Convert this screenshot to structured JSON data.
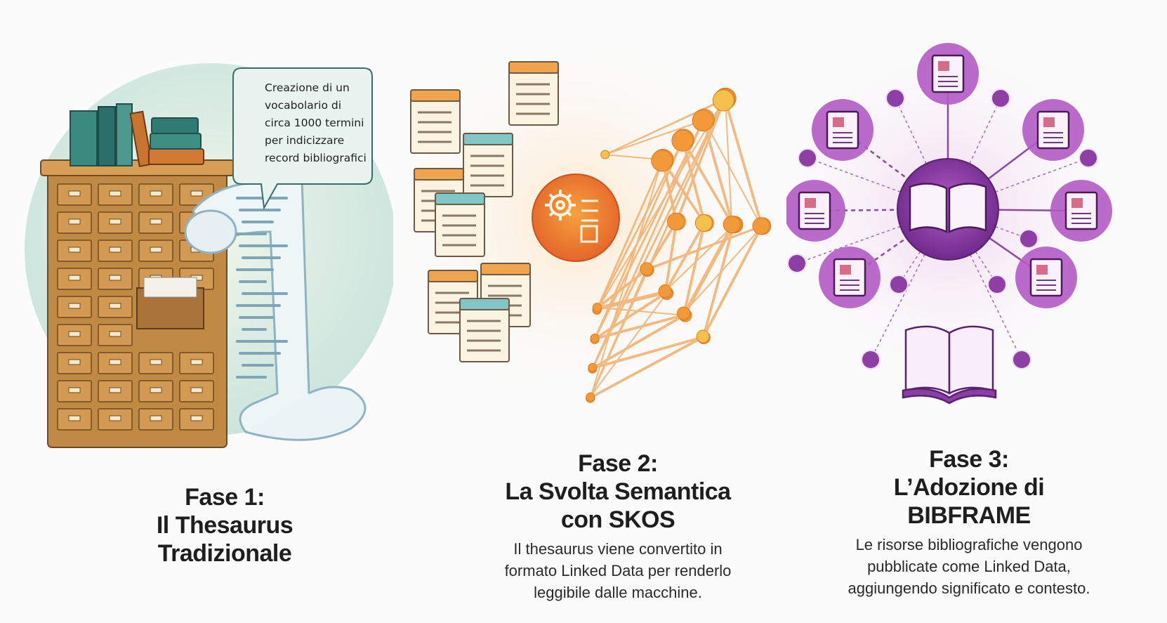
{
  "phases": [
    {
      "title_line1": "Fase 1:",
      "title_line2": "Il Thesaurus",
      "title_line3": "Tradizionale",
      "callout": "Creazione di un\nvocabolario di\ncirca 1000 termini\nper indicizzare\nrecord bibliografici"
    },
    {
      "title_line1": "Fase 2:",
      "title_line2": "La Svolta Semantica",
      "title_line3": "con SKOS",
      "desc_line1": "Il thesaurus viene convertito in",
      "desc_line2": "formato Linked Data per renderlo",
      "desc_line3": "leggibile dalle macchine."
    },
    {
      "title_line1": "Fase 3:",
      "title_line2": "L’Adozione di",
      "title_line3": "BIBFRAME",
      "desc_line1": "Le risorse bibliografiche vengono",
      "desc_line2": "pubblicate come Linked Data,",
      "desc_line3": "aggiungendo significato e contesto."
    }
  ],
  "colors": {
    "phase1_accent": "#4f9a8c",
    "phase2_accent": "#f08a2a",
    "phase3_accent": "#8e3fa6",
    "wood": "#b9843f"
  },
  "icons": [
    "card-catalog-icon",
    "scroll-icon",
    "gear-icon",
    "network-icon",
    "open-book-icon",
    "monitor-play-icon"
  ]
}
